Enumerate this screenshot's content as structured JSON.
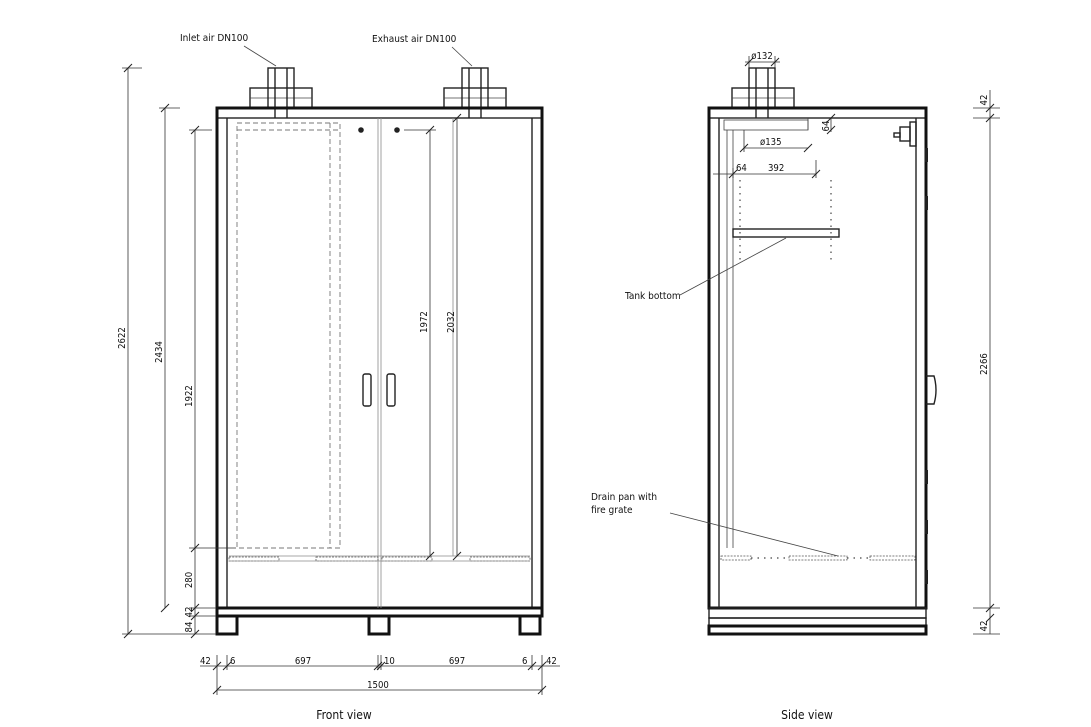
{
  "front_view": {
    "caption": "Front view",
    "labels": {
      "inlet_air": "Inlet air DN100",
      "exhaust_air": "Exhaust air DN100"
    },
    "dims": {
      "total_height": "2622",
      "height_2434": "2434",
      "height_1922": "1922",
      "height_1972": "1972",
      "height_2032": "2032",
      "height_280": "280",
      "height_42": "42",
      "height_84": "84",
      "w_left_42": "42",
      "w_left_6": "6",
      "w_697_a": "697",
      "w_10": "10",
      "w_697_b": "697",
      "w_right_6": "6",
      "w_right_42": "42",
      "total_width": "1500"
    }
  },
  "side_view": {
    "caption": "Side view",
    "labels": {
      "tank_bottom": "Tank bottom",
      "drain_pan_1": "Drain pan with",
      "drain_pan_2": "fire grate"
    },
    "dims": {
      "d132": "ø132",
      "d135": "ø135",
      "d64_top": "64",
      "d64": "64",
      "d392": "392",
      "top_42": "42",
      "height_2266": "2266",
      "bottom_42": "42"
    }
  }
}
